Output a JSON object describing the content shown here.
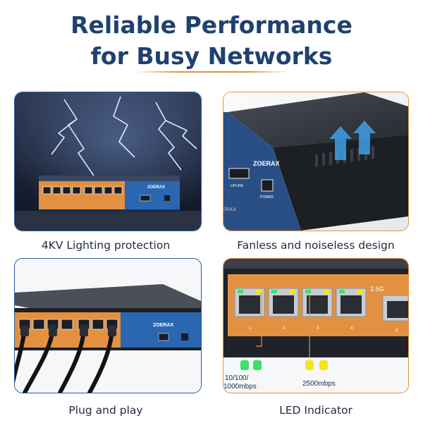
{
  "headline": {
    "line1": "Reliable Performance",
    "line2": "for Busy Networks"
  },
  "panels": [
    {
      "caption": "4KV Lighting protection",
      "brand": "ZOERAX"
    },
    {
      "caption": "Fanless and noiseless design",
      "brand": "ZOERAX",
      "port_label": "POWER",
      "sfp_label": "UPLINK"
    },
    {
      "caption": "Plug and play",
      "brand": "ZOERAX"
    },
    {
      "caption": "LED Indicator",
      "speed_tag": "2.5G",
      "port_numbers": [
        "1",
        "2",
        "3",
        "4",
        "5"
      ],
      "led_legend": [
        {
          "label_line1": "10/100/",
          "label_line2": "1000mbps",
          "color": "#3ee06a"
        },
        {
          "label": "2500mbps",
          "color": "#f5e61c"
        }
      ]
    }
  ],
  "colors": {
    "title": "#1f4170",
    "accent_orange": "#e8933c",
    "accent_blue": "#2a5b9b"
  }
}
